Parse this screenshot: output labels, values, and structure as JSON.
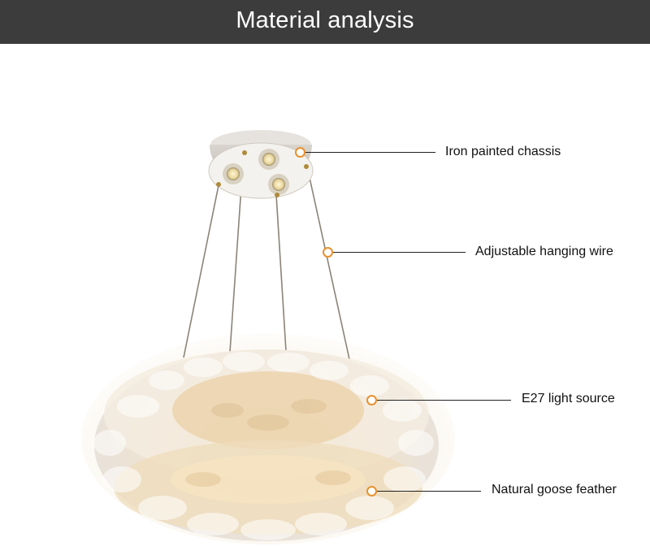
{
  "header": {
    "title": "Material analysis"
  },
  "callouts": [
    {
      "label": "Iron painted chassis"
    },
    {
      "label": "Adjustable hanging wire"
    },
    {
      "label": "E27 light source"
    },
    {
      "label": "Natural goose feather"
    }
  ],
  "colors": {
    "header_bg": "#3c3c3c",
    "marker": "#e8912f",
    "line": "#222222"
  }
}
